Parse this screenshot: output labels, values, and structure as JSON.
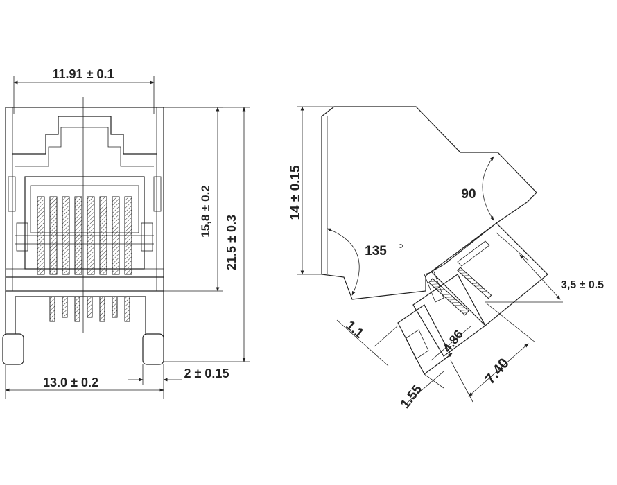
{
  "front_view": {
    "dims": {
      "top_width": "11.91 ± 0.1",
      "bottom_width": "13.0 ± 0.2",
      "height_inner": "15,8 ± 0.2",
      "height_total": "21.5 ± 0.3",
      "tab_width": "2 ± 0.15"
    }
  },
  "side_view": {
    "dims": {
      "height": "14 ± 0.15",
      "angle_90": "90",
      "angle_135": "135",
      "d_3_5": "3,5 ± 0.5",
      "d_1_1": "1.1",
      "d_4_86": "4.86",
      "d_1_55": "1.55",
      "d_7_40": "7.40"
    }
  }
}
